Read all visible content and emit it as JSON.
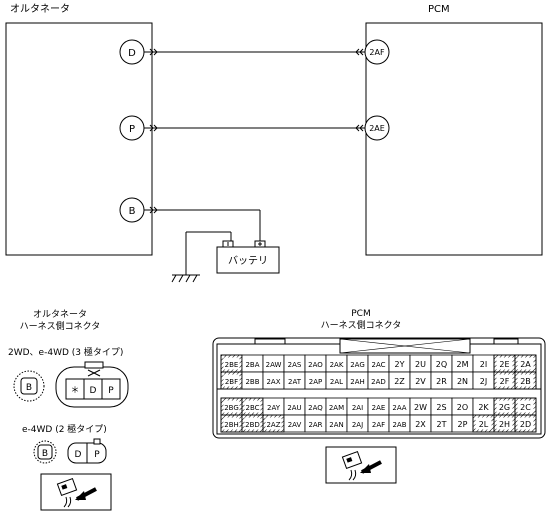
{
  "wiring": {
    "alternator_title": "オルタネータ",
    "pcm_title": "PCM",
    "alt_pins": [
      "D",
      "P",
      "B"
    ],
    "pcm_pins": [
      "2AF",
      "2AE"
    ],
    "battery_label": "バッテリ"
  },
  "alt_connector": {
    "title_line1": "オルタネータ",
    "title_line2": "ハーネス側コネクタ",
    "type3_label": "2WD、e-4WD (3 極タイプ)",
    "type3_single": "B",
    "type3_cells": [
      "＊",
      "D",
      "P"
    ],
    "type2_label": "e-4WD (2 極タイプ)",
    "type2_single": "B",
    "type2_cells": [
      "D",
      "P"
    ]
  },
  "pcm_connector": {
    "title_line1": "PCM",
    "title_line2": "ハーネス側コネクタ",
    "rows": [
      [
        "2BE",
        "2BA",
        "2AW",
        "2AS",
        "2AO",
        "2AK",
        "2AG",
        "2AC",
        "2Y",
        "2U",
        "2Q",
        "2M",
        "2I",
        "2E",
        "2A"
      ],
      [
        "2BF",
        "2BB",
        "2AX",
        "2AT",
        "2AP",
        "2AL",
        "2AH",
        "2AD",
        "2Z",
        "2V",
        "2R",
        "2N",
        "2J",
        "2F",
        "2B"
      ],
      [
        "2BG",
        "2BC",
        "2AY",
        "2AU",
        "2AQ",
        "2AM",
        "2AI",
        "2AE",
        "2AA",
        "2W",
        "2S",
        "2O",
        "2K",
        "2G",
        "2C"
      ],
      [
        "2BH",
        "2BD",
        "2AZ",
        "2AV",
        "2AR",
        "2AN",
        "2AJ",
        "2AF",
        "2AB",
        "2X",
        "2T",
        "2P",
        "2L",
        "2H",
        "2D"
      ]
    ],
    "hatched": [
      "2BE",
      "2BF",
      "2BC",
      "2BG",
      "2BH",
      "2BD",
      "2AZ",
      "2E",
      "2A",
      "2F",
      "2B",
      "2L",
      "2H",
      "2D",
      "2G",
      "2C"
    ]
  },
  "colors": {
    "line": "#000000",
    "hatch": "#000000",
    "background": "#ffffff"
  }
}
